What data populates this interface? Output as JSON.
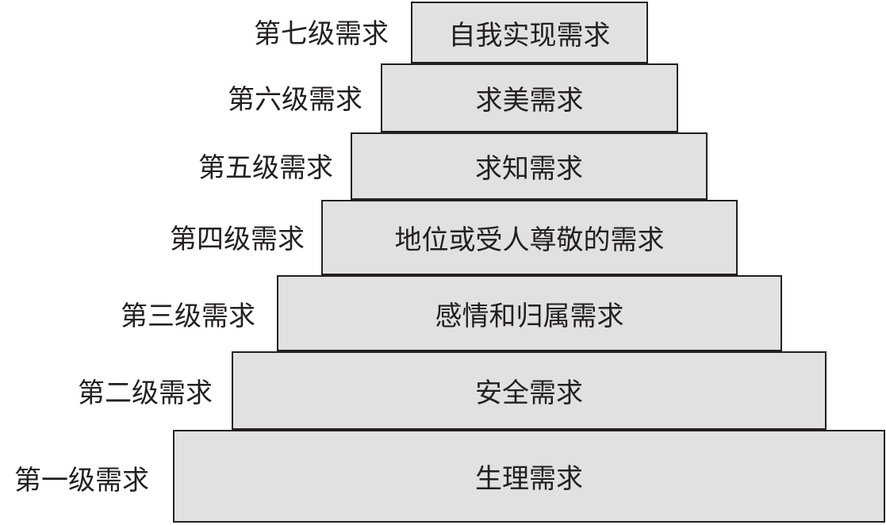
{
  "colors": {
    "tier_fill": "#e1e1e1",
    "border": "#231f20",
    "text": "#231f20",
    "background": "#ffffff"
  },
  "levels": [
    {
      "label": "第一级需求",
      "need": "生理需求"
    },
    {
      "label": "第二级需求",
      "need": "安全需求"
    },
    {
      "label": "第三级需求",
      "need": "感情和归属需求"
    },
    {
      "label": "第四级需求",
      "need": "地位或受人尊敬的需求"
    },
    {
      "label": "第五级需求",
      "need": "求知需求"
    },
    {
      "label": "第六级需求",
      "need": "求美需求"
    },
    {
      "label": "第七级需求",
      "need": "自我实现需求"
    }
  ]
}
